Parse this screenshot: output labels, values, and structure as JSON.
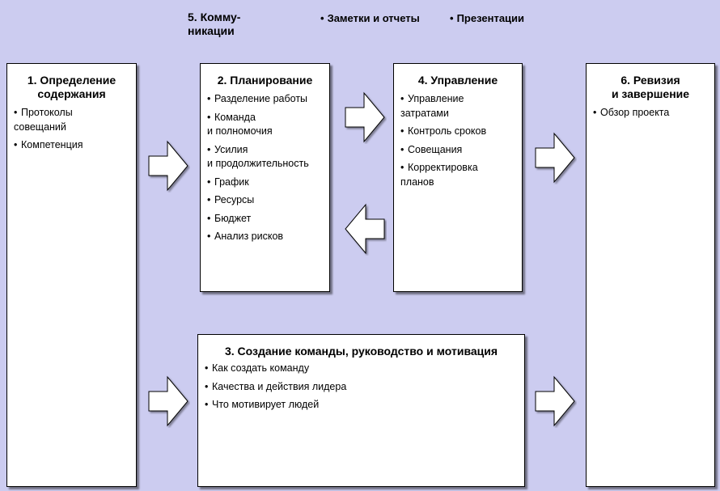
{
  "communication": {
    "title": "5. Комму-\nникации",
    "bullets": [
      "Заметки и отчеты",
      "Презентации"
    ]
  },
  "boxes": {
    "scope": {
      "title": "1. Определение\nсодержания",
      "items": [
        "Протоколы\nсовещаний",
        "Компетенция"
      ]
    },
    "planning": {
      "title": "2. Планирование",
      "items": [
        "Разделение работы",
        "Команда\nи полномочия",
        "Усилия\nи продолжительность",
        "График",
        "Ресурсы",
        "Бюджет",
        "Анализ рисков"
      ]
    },
    "team": {
      "title": "3. Создание  команды,  руководство  и мотивация",
      "items": [
        "Как создать команду",
        "Качества и действия лидера",
        "Что мотивирует людей"
      ]
    },
    "management": {
      "title": "4. Управление",
      "items": [
        "Управление\nзатратами",
        "Контроль сроков",
        "Совещания",
        "Корректировка\nпланов"
      ]
    },
    "review": {
      "title": "6. Ревизия\nи завершение",
      "items": [
        "Обзор проекта"
      ]
    }
  },
  "colors": {
    "background": "#ccccf0",
    "box_fill": "#ffffff",
    "arrow_fill": "#ffffff",
    "border": "#000000"
  }
}
